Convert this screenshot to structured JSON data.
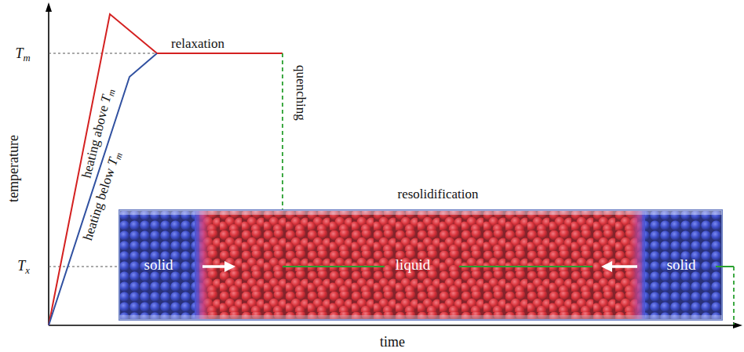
{
  "diagram": {
    "nodes": [
      {
        "text": [
          "solid"
        ]
      },
      {
        "text": [
          "liquid"
        ]
      },
      {
        "text": [
          "solid"
        ]
      }
    ],
    "labels": [
      "Tm",
      "Tx",
      "temperature",
      "time",
      "heating above Tm",
      "heating below Tm",
      "relaxation",
      "quenching",
      "resolidification"
    ]
  }
}
